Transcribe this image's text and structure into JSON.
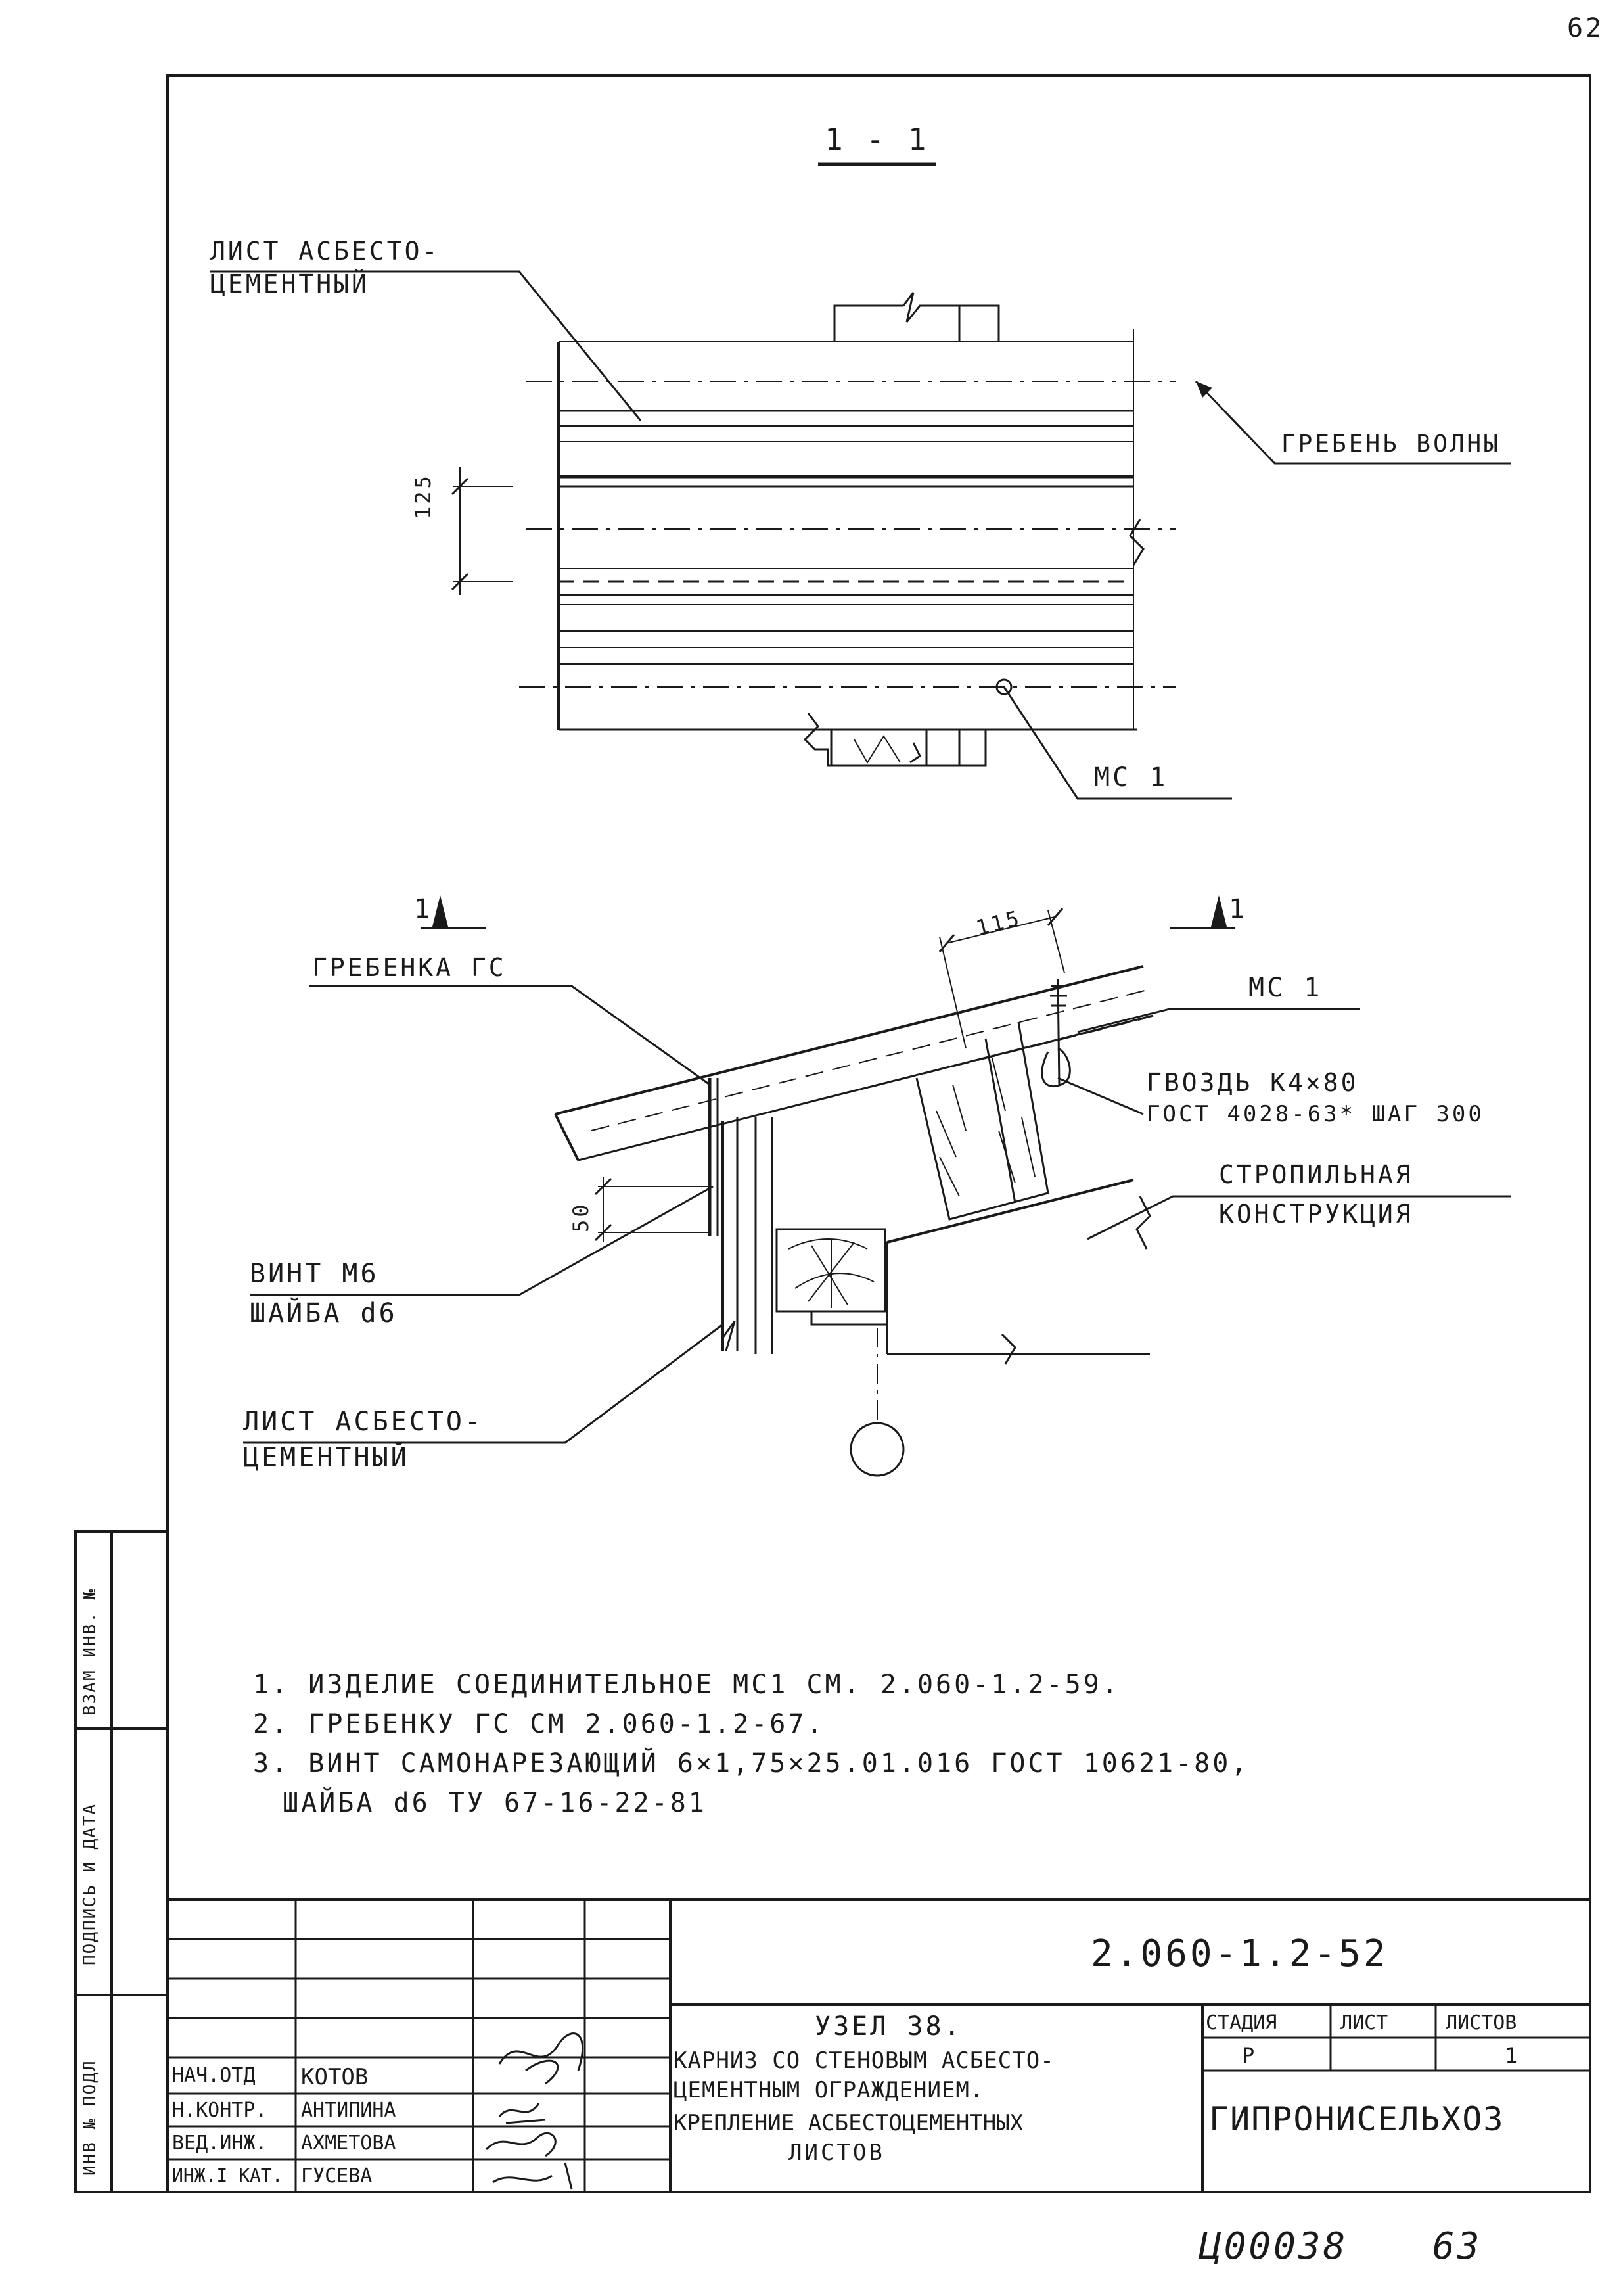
{
  "page_number_top": "62",
  "section_label": "1 - 1",
  "callouts": {
    "sheet_top_1": "ЛИСТ АСБЕСТО-",
    "sheet_top_2": "ЦЕМЕНТНЫЙ",
    "wave_crest": "ГРЕБЕНЬ ВОЛНЫ",
    "mc1_top": "МС 1",
    "comb": "ГРЕБЕНКА ГС",
    "mc1_bottom": "МС 1",
    "nail_1": "ГВОЗДЬ К4×80",
    "nail_2": "ГОСТ 4028-63* ШАГ 300",
    "rafter_1": "СТРОПИЛЬНАЯ",
    "rafter_2": "КОНСТРУКЦИЯ",
    "screw_1": "ВИНТ М6",
    "screw_2": "ШАЙБА d6",
    "sheet_bottom_1": "ЛИСТ АСБЕСТО-",
    "sheet_bottom_2": "ЦЕМЕНТНЫЙ"
  },
  "dimensions": {
    "d125": "125",
    "d115": "115",
    "d50": "50",
    "cut_left": "1",
    "cut_right": "1"
  },
  "notes": [
    "1. ИЗДЕЛИЕ СОЕДИНИТЕЛЬНОЕ МС1 СМ. 2.060-1.2-59.",
    "2. ГРЕБЕНКУ ГС СМ 2.060-1.2-67.",
    "3. ВИНТ САМОНАРЕЗАЮЩИЙ 6×1,75×25.01.016 ГОСТ 10621-80,",
    "ШАЙБА d6 ТУ 67-16-22-81"
  ],
  "side_stamp": {
    "field1": "ВЗАМ ИНВ. №",
    "field2": "ПОДПИСЬ И ДАТА",
    "field3": "ИНВ № ПОДЛ"
  },
  "title_block": {
    "doc_code": "2.060-1.2-52",
    "title_1": "УЗЕЛ 38.",
    "title_2": "КАРНИЗ СО СТЕНОВЫМ АСБЕСТО-",
    "title_3": "ЦЕМЕНТНЫМ ОГРАЖДЕНИЕМ.",
    "title_4": "КРЕПЛЕНИЕ АСБЕСТОЦЕМЕНТНЫХ",
    "title_5": "ЛИСТОВ",
    "stage_h": "СТАДИЯ",
    "sheet_h": "ЛИСТ",
    "sheets_h": "ЛИСТОВ",
    "stage_v": "Р",
    "sheet_v": "",
    "sheets_v": "1",
    "org": "ГИПРОНИСЕЛЬХОЗ",
    "staff": [
      {
        "role": "НАЧ.ОТД",
        "name": "КОТОВ"
      },
      {
        "role": "Н.КОНТР.",
        "name": "АНТИПИНА"
      },
      {
        "role": "ВЕД.ИНЖ.",
        "name": "АХМЕТОВА"
      },
      {
        "role": "ИНЖ.I КАТ.",
        "name": "ГУСЕВА"
      }
    ]
  },
  "archive_code": "Ц00038",
  "page_number_bottom": "63"
}
